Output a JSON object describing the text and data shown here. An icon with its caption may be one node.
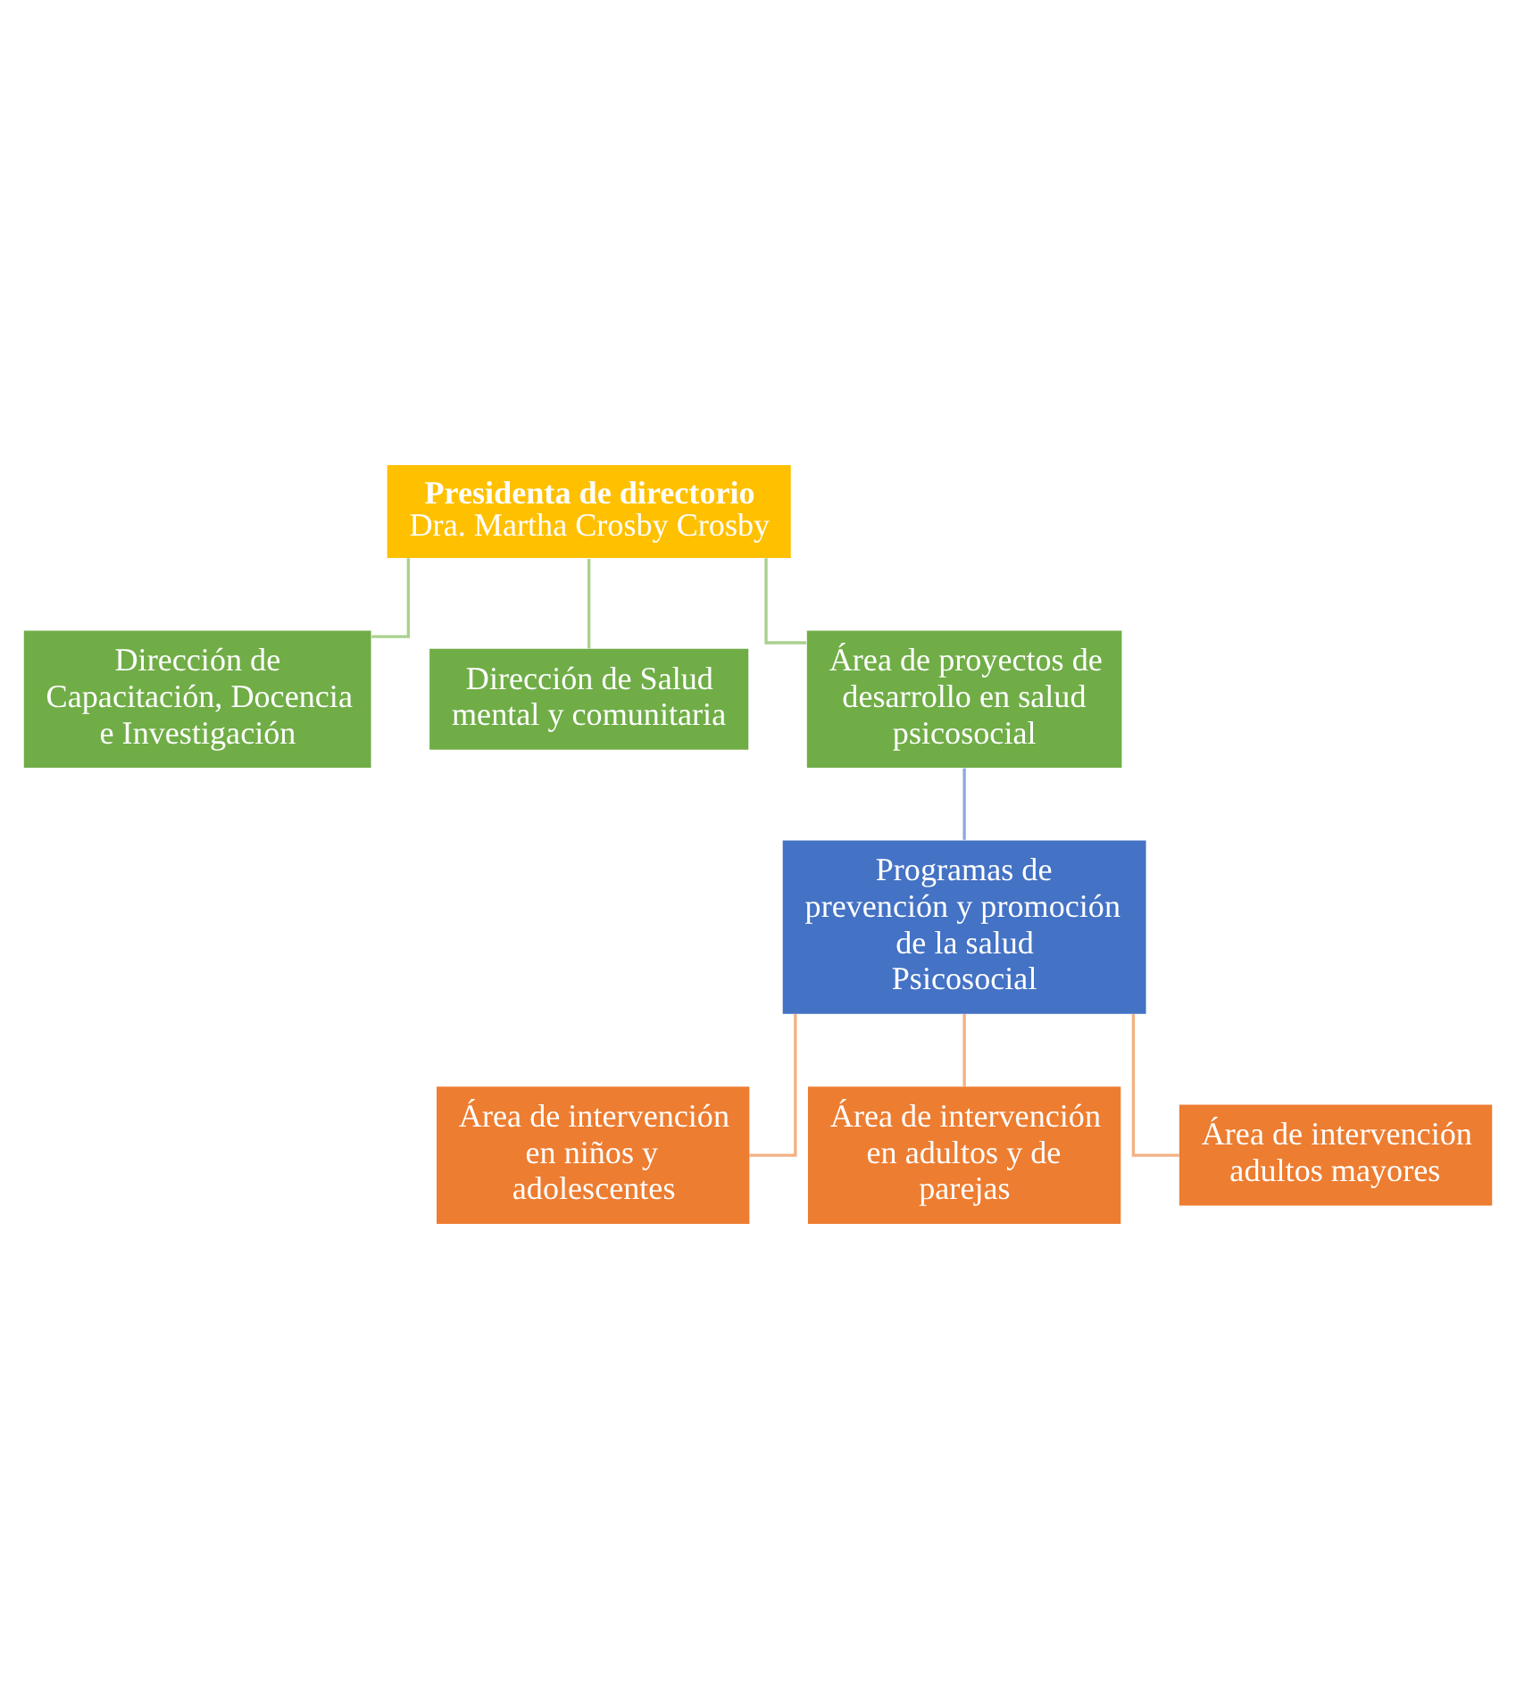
{
  "diagram": {
    "nodes": [
      {
        "text": [
          "Presidenta de directorio",
          "Dra. Martha Crosby Crosby"
        ]
      },
      {
        "text": [
          "Dirección de Capacitación, Docencia e Investigación"
        ]
      },
      {
        "text": [
          "Dirección de Salud mental y comunitaria"
        ]
      },
      {
        "text": [
          "Área de proyectos de desarrollo en salud psicosocial"
        ]
      },
      {
        "text": [
          "Programas de prevención y promoción de la salud Psicosocial"
        ]
      },
      {
        "text": [
          "Área de intervención en niños y adolescentes"
        ]
      },
      {
        "text": [
          "Área de intervención en adultos y de parejas"
        ]
      },
      {
        "text": [
          "Área de intervención adultos mayores"
        ]
      }
    ],
    "edges": [
      {
        "from": 0,
        "to": 1,
        "arrow": "none",
        "color": "#a9d18e"
      },
      {
        "from": 0,
        "to": 2,
        "arrow": "none",
        "color": "#a9d18e"
      },
      {
        "from": 0,
        "to": 3,
        "arrow": "none",
        "color": "#a9d18e"
      },
      {
        "from": 3,
        "to": 4,
        "arrow": "none",
        "color": "#8faadc"
      },
      {
        "from": 4,
        "to": 5,
        "arrow": "none",
        "color": "#f4b183"
      },
      {
        "from": 4,
        "to": 6,
        "arrow": "none",
        "color": "#f4b183"
      },
      {
        "from": 4,
        "to": 7,
        "arrow": "none",
        "color": "#f4b183"
      }
    ]
  }
}
